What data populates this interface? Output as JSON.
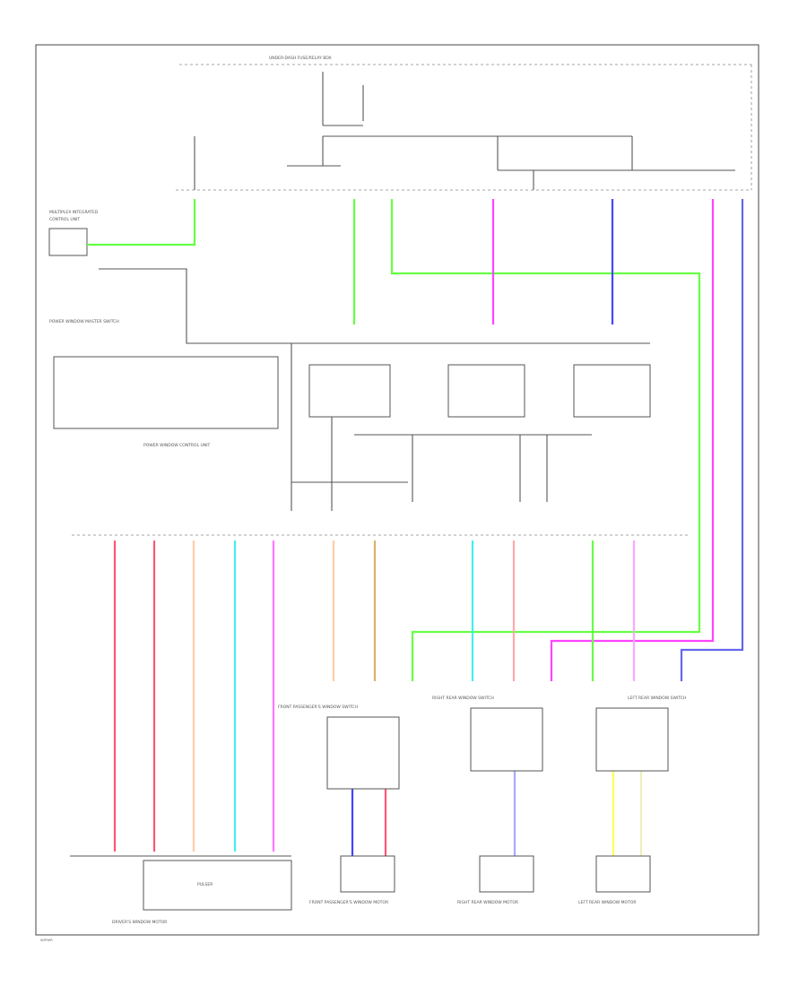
{
  "colors": {
    "green": "#66ff44",
    "magenta": "#ff44ff",
    "blue": "#4444ff",
    "lightblue": "#6666ee",
    "red": "#ff5577",
    "peach": "#ffccaa",
    "cyan": "#44eeee",
    "pink": "#ff77ff",
    "tan": "#d9b36b",
    "lightpink": "#ffaaaa",
    "lavender": "#aaaaff",
    "yellow": "#ffff55",
    "cream": "#eeeebb",
    "light": "#f8aaff",
    "line": "#555555"
  },
  "labels": {
    "fuse_box": "UNDER-DASH FUSE/RELAY BOX",
    "power_window_unit": "POWER WINDOW CONTROL UNIT",
    "driver_motor": "DRIVER'S WINDOW MOTOR",
    "front_pass_motor": "FRONT PASSENGER'S WINDOW MOTOR",
    "right_rear_motor": "RIGHT REAR WINDOW MOTOR",
    "left_rear_motor": "LEFT REAR WINDOW MOTOR",
    "front_pass_switch": "FRONT PASSENGER'S WINDOW SWITCH",
    "right_rear_switch": "RIGHT REAR WINDOW SWITCH",
    "left_rear_switch": "LEFT REAR WINDOW SWITCH",
    "master_switch": "POWER WINDOW MASTER SWITCH",
    "pulser": "PULSER",
    "footer": "W/PWR"
  }
}
